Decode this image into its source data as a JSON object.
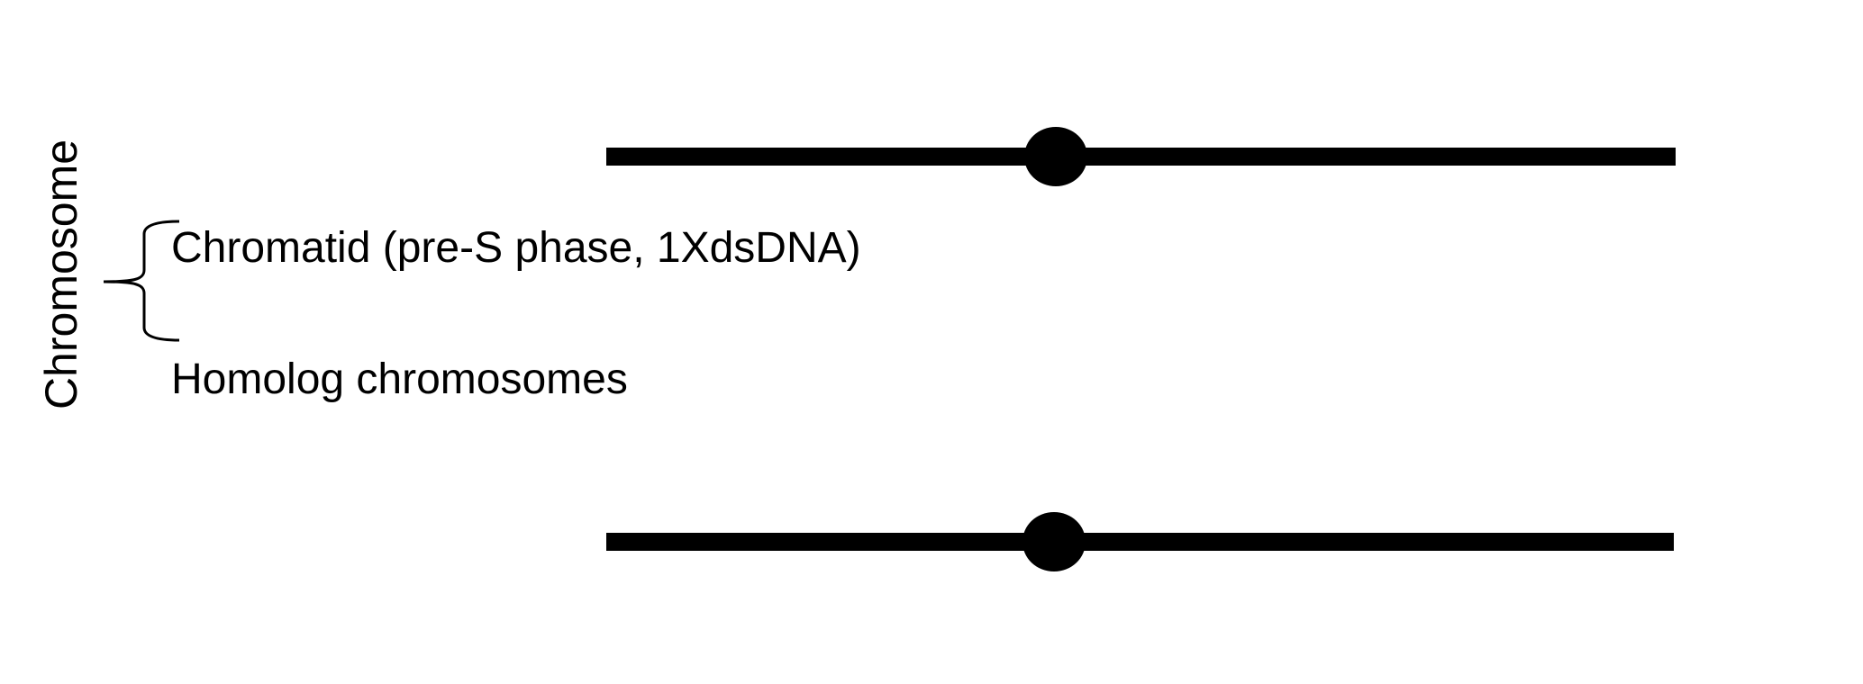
{
  "labels": {
    "chromosome": "Chromosome",
    "chromatid": "Chromatid (pre-S phase, 1XdsDNA)",
    "homolog": "Homolog chromosomes"
  },
  "colors": {
    "background": "#ffffff",
    "ink": "#000000"
  },
  "icons": {
    "bracket": "curly-brace-icon",
    "chromosome": "chromosome-bar-with-centromere"
  }
}
